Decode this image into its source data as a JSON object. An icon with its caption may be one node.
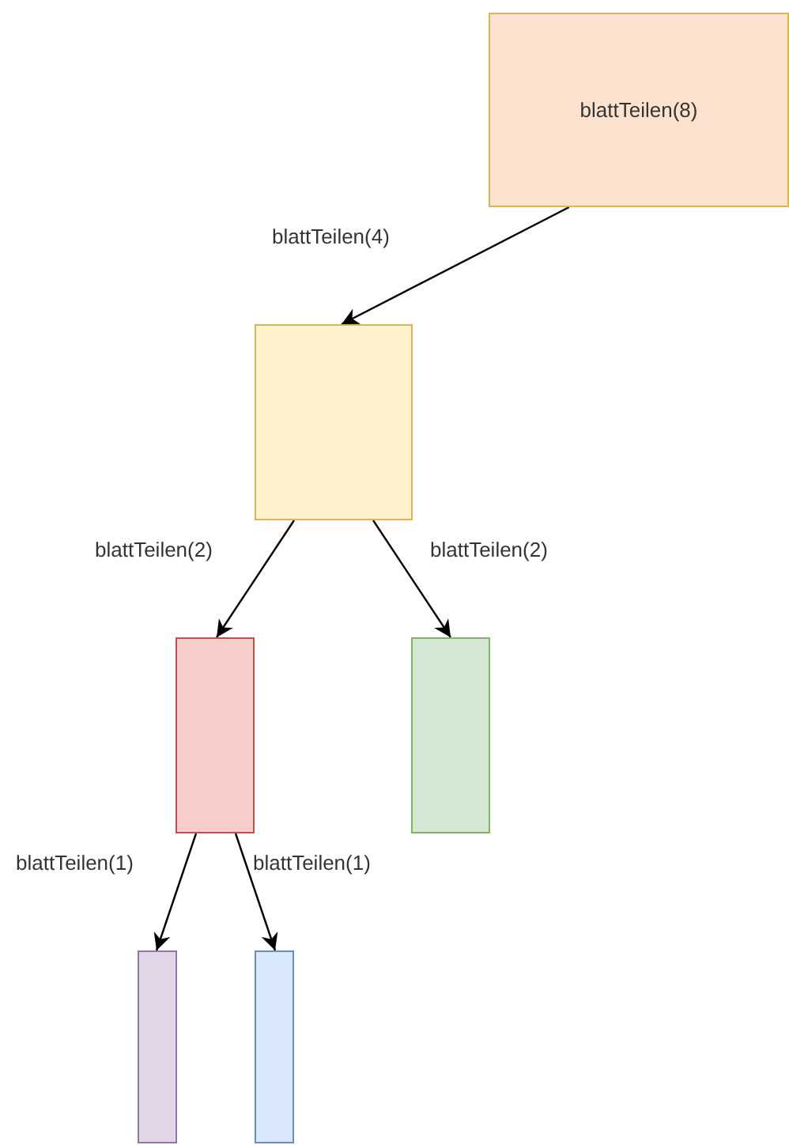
{
  "diagram": {
    "nodes": [
      {
        "text": [
          "blattTeilen(8)"
        ]
      },
      {
        "text": [],
        "shape": "box"
      },
      {
        "text": [],
        "shape": "box"
      },
      {
        "text": [],
        "shape": "box"
      },
      {
        "text": [],
        "shape": "box"
      },
      {
        "text": [],
        "shape": "box"
      }
    ],
    "edges": [
      {
        "from": 0,
        "to": 1,
        "arrow": "to",
        "label": "blattTeilen(4)"
      },
      {
        "from": 1,
        "to": 2,
        "arrow": "to",
        "label": "blattTeilen(2)"
      },
      {
        "from": 1,
        "to": 3,
        "arrow": "to",
        "label": "blattTeilen(2)"
      },
      {
        "from": 2,
        "to": 4,
        "arrow": "to",
        "label": "blattTeilen(1)"
      },
      {
        "from": 2,
        "to": 5,
        "arrow": "to",
        "label": "blattTeilen(1)"
      }
    ]
  }
}
